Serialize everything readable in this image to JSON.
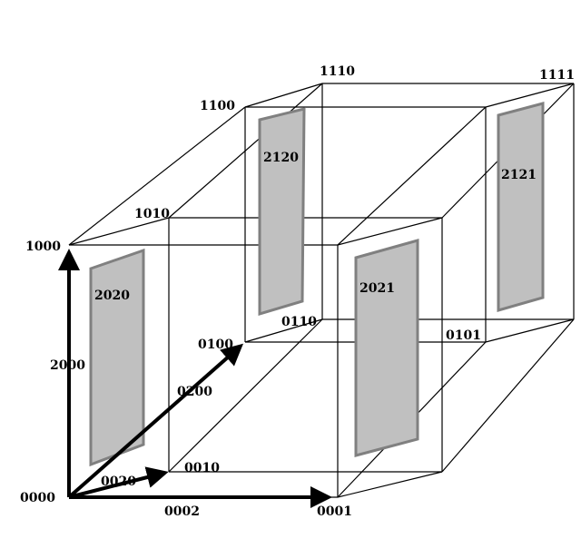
{
  "vertices": {
    "v0000": "0000",
    "v0001": "0001",
    "v0010": "0010",
    "v0100": "0100",
    "v0101": "0101",
    "v0110": "0110",
    "v1000": "1000",
    "v1010": "1010",
    "v1100": "1100",
    "v1110": "1110",
    "v1111": "1111"
  },
  "axes": {
    "a2000": "2000",
    "a0200": "0200",
    "a0020": "0020",
    "a0002": "0002"
  },
  "panels": {
    "p2020": "2020",
    "p2021": "2021",
    "p2120": "2120",
    "p2121": "2121"
  },
  "colors": {
    "panel_fill": "#c0c0c0",
    "panel_border": "#808080",
    "line": "#000000"
  }
}
